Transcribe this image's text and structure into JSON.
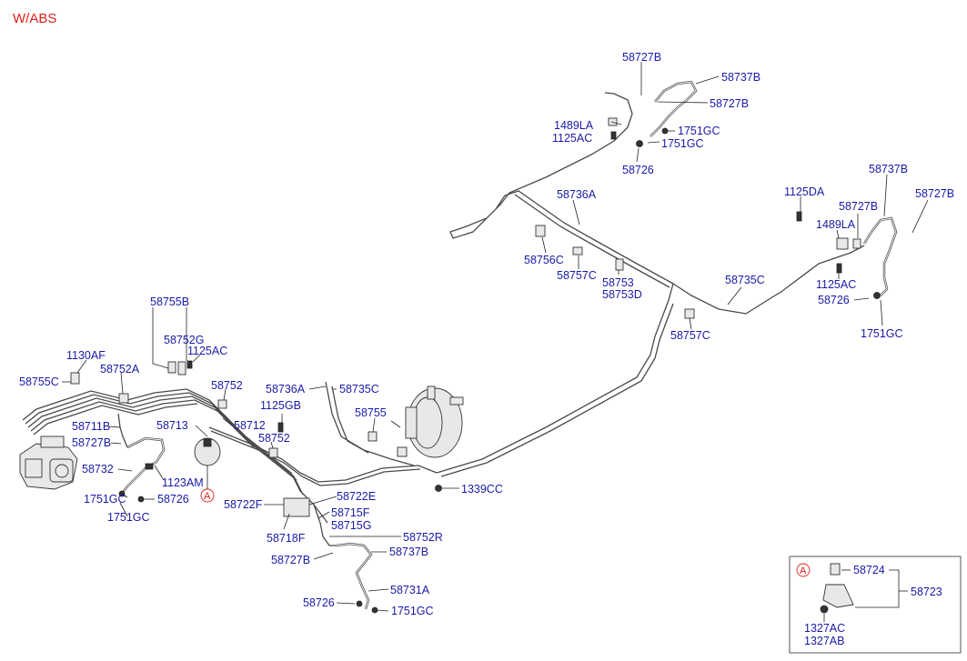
{
  "title": "W/ABS",
  "circle_marker": "A",
  "labels": [
    {
      "id": "l1",
      "text": "58727B"
    },
    {
      "id": "l2",
      "text": "58737B"
    },
    {
      "id": "l3",
      "text": "58727B"
    },
    {
      "id": "l4",
      "text": "1489LA"
    },
    {
      "id": "l5",
      "text": "1125AC"
    },
    {
      "id": "l6",
      "text": "1751GC"
    },
    {
      "id": "l7",
      "text": "1751GC"
    },
    {
      "id": "l8",
      "text": "58726"
    },
    {
      "id": "l9",
      "text": "58736A"
    },
    {
      "id": "l10",
      "text": "1125DA"
    },
    {
      "id": "l11",
      "text": "58737B"
    },
    {
      "id": "l12",
      "text": "58727B"
    },
    {
      "id": "l13",
      "text": "58727B"
    },
    {
      "id": "l14",
      "text": "1489LA"
    },
    {
      "id": "l15",
      "text": "58756C"
    },
    {
      "id": "l16",
      "text": "58757C"
    },
    {
      "id": "l17",
      "text": "58753"
    },
    {
      "id": "l18",
      "text": "58753D"
    },
    {
      "id": "l19",
      "text": "58735C"
    },
    {
      "id": "l20",
      "text": "1125AC"
    },
    {
      "id": "l21",
      "text": "58726"
    },
    {
      "id": "l22",
      "text": "58757C"
    },
    {
      "id": "l23",
      "text": "1751GC"
    },
    {
      "id": "l24",
      "text": "58755B"
    },
    {
      "id": "l25",
      "text": "58752G"
    },
    {
      "id": "l26",
      "text": "1125AC"
    },
    {
      "id": "l27",
      "text": "1130AF"
    },
    {
      "id": "l28",
      "text": "58755C"
    },
    {
      "id": "l29",
      "text": "58752A"
    },
    {
      "id": "l30",
      "text": "58752"
    },
    {
      "id": "l31",
      "text": "58736A"
    },
    {
      "id": "l32",
      "text": "58735C"
    },
    {
      "id": "l33",
      "text": "1125GB"
    },
    {
      "id": "l34",
      "text": "58755"
    },
    {
      "id": "l35",
      "text": "58711B"
    },
    {
      "id": "l36",
      "text": "58713"
    },
    {
      "id": "l37",
      "text": "58712"
    },
    {
      "id": "l38",
      "text": "58752"
    },
    {
      "id": "l39",
      "text": "58727B"
    },
    {
      "id": "l40",
      "text": "58732"
    },
    {
      "id": "l41",
      "text": "1123AM"
    },
    {
      "id": "l42",
      "text": "1339CC"
    },
    {
      "id": "l43",
      "text": "1751GC"
    },
    {
      "id": "l44",
      "text": "58726"
    },
    {
      "id": "l45",
      "text": "58722E"
    },
    {
      "id": "l46",
      "text": "58722F"
    },
    {
      "id": "l47",
      "text": "1751GC"
    },
    {
      "id": "l48",
      "text": "58715F"
    },
    {
      "id": "l49",
      "text": "58715G"
    },
    {
      "id": "l50",
      "text": "58718F"
    },
    {
      "id": "l51",
      "text": "58752R"
    },
    {
      "id": "l52",
      "text": "58737B"
    },
    {
      "id": "l53",
      "text": "58727B"
    },
    {
      "id": "l54",
      "text": "58731A"
    },
    {
      "id": "l55",
      "text": "58726"
    },
    {
      "id": "l56",
      "text": "1751GC"
    },
    {
      "id": "l57",
      "text": "58724"
    },
    {
      "id": "l58",
      "text": "58723"
    },
    {
      "id": "l59",
      "text": "1327AC"
    },
    {
      "id": "l60",
      "text": "1327AB"
    }
  ]
}
